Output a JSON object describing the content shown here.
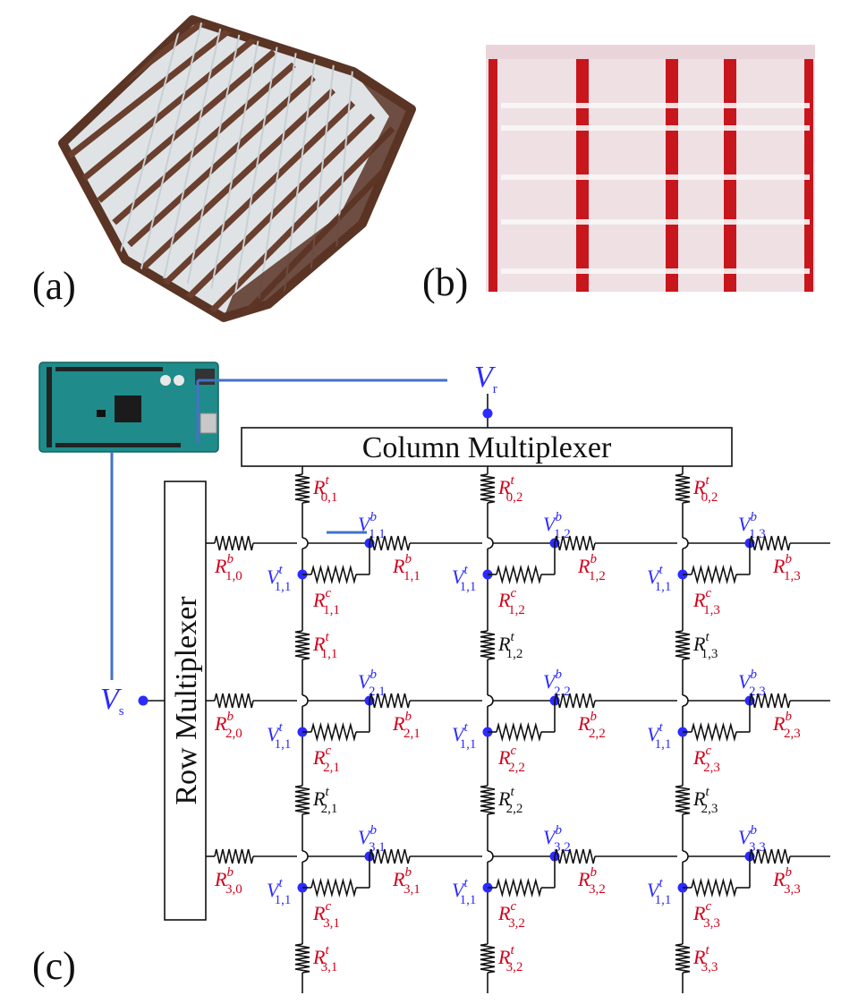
{
  "panel_labels": {
    "a": "(a)",
    "b": "(b)",
    "c": "(c)"
  },
  "photos": {
    "a": {
      "name": "knitted-fabric-sensor-photo",
      "base_color": "#dfe3e6",
      "stripe_color": "#6a3f2e",
      "edge_color": "#5a3424"
    },
    "b": {
      "name": "knitted-fabric-closeup-photo",
      "base_color": "#efe0e4",
      "stripe_color": "#c8161d",
      "edge_color": "#b01319"
    }
  },
  "microcontroller": {
    "name": "microcontroller-board",
    "board_color": "#1f8b8b"
  },
  "multiplexers": {
    "column": "Column Multiplexer",
    "row": "Row Multiplexer"
  },
  "sources": {
    "vr": {
      "sym": "V",
      "sub": "r"
    },
    "vs": {
      "sym": "V",
      "sub": "s"
    }
  },
  "colors": {
    "red_label": "#d0021b",
    "blue_label": "#2b2bff",
    "black_label": "#111111",
    "blue_wire": "#4472c4"
  },
  "circuit": {
    "top_resistors": [
      [
        {
          "sub": "0,1",
          "sup": "t",
          "color": "red"
        },
        {
          "sub": "0,2",
          "sup": "t",
          "color": "red"
        },
        {
          "sub": "0,2",
          "sup": "t",
          "color": "red"
        }
      ],
      [
        {
          "sub": "1,1",
          "sup": "t",
          "color": "red"
        },
        {
          "sub": "1,2",
          "sup": "t",
          "color": "black"
        },
        {
          "sub": "1,3",
          "sup": "t",
          "color": "black"
        }
      ],
      [
        {
          "sub": "2,1",
          "sup": "t",
          "color": "black"
        },
        {
          "sub": "2,2",
          "sup": "t",
          "color": "black"
        },
        {
          "sub": "2,3",
          "sup": "t",
          "color": "black"
        }
      ],
      [
        {
          "sub": "3,1",
          "sup": "t",
          "color": "red"
        },
        {
          "sub": "3,2",
          "sup": "t",
          "color": "red"
        },
        {
          "sub": "3,3",
          "sup": "t",
          "color": "red"
        }
      ]
    ],
    "rows": [
      {
        "left_b": "1,0",
        "cells": [
          {
            "vb": "1,1",
            "vt": "1,1",
            "rb": "1,1",
            "rc": "1,1"
          },
          {
            "vb": "1,2",
            "vt": "1,1",
            "rb": "1,2",
            "rc": "1,2"
          },
          {
            "vb": "1,3",
            "vt": "1,1",
            "rb": "1,3",
            "rc": "1,3"
          }
        ]
      },
      {
        "left_b": "2,0",
        "cells": [
          {
            "vb": "2,1",
            "vt": "1,1",
            "rb": "2,1",
            "rc": "2,1"
          },
          {
            "vb": "2,2",
            "vt": "1,1",
            "rb": "2,2",
            "rc": "2,2"
          },
          {
            "vb": "2,3",
            "vt": "1,1",
            "rb": "2,3",
            "rc": "2,3"
          }
        ]
      },
      {
        "left_b": "3,0",
        "cells": [
          {
            "vb": "3,1",
            "vt": "1,1",
            "rb": "3,1",
            "rc": "3,1"
          },
          {
            "vb": "3,2",
            "vt": "1,1",
            "rb": "3,2",
            "rc": "3,2"
          },
          {
            "vb": "3,3",
            "vt": "1,1",
            "rb": "3,3",
            "rc": "3,3"
          }
        ]
      }
    ]
  }
}
